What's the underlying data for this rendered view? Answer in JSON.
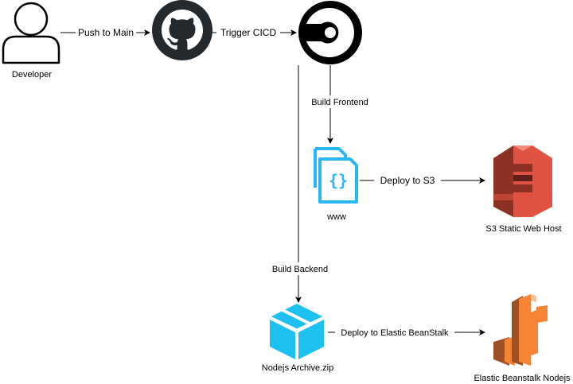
{
  "nodes": {
    "developer": {
      "label": "Developer",
      "icon": "user-icon"
    },
    "github": {
      "label": "",
      "icon": "github-icon"
    },
    "circleci": {
      "label": "",
      "icon": "circleci-icon"
    },
    "www": {
      "label": "www",
      "icon": "code-files-icon"
    },
    "s3": {
      "label": "S3 Static Web Host",
      "icon": "aws-s3-icon"
    },
    "archive": {
      "label": "Nodejs Archive.zip",
      "icon": "package-box-icon"
    },
    "beanstalk": {
      "label": "Elastic Beanstalk Nodejs",
      "icon": "aws-elastic-beanstalk-icon"
    }
  },
  "edges": {
    "push": "Push to Main",
    "trigger": "Trigger CICD",
    "build_frontend": "Build Frontend",
    "deploy_s3": "Deploy to S3",
    "build_backend": "Build Backend",
    "deploy_eb": "Deploy to Elastic BeanStalk"
  },
  "colors": {
    "line": "#000000",
    "github_bg": "#24292e",
    "circleci_bg": "#000000",
    "code_blue": "#29b6f6",
    "s3_red": "#e05243",
    "s3_dark": "#8c3123",
    "box_blue": "#1ec0f2",
    "eb_orange": "#f58534",
    "eb_dark": "#9d5025"
  }
}
